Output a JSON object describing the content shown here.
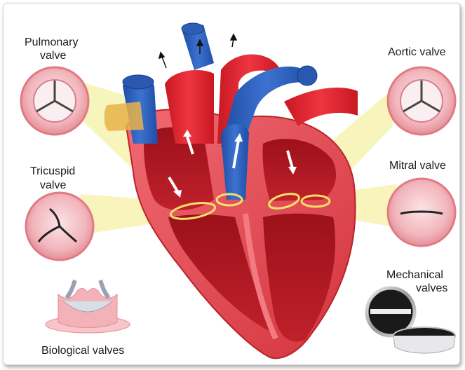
{
  "labels": {
    "pulmonary_line1": "Pulmonary",
    "pulmonary_line2": "valve",
    "aortic": "Aortic valve",
    "tricuspid_line1": "Tricuspid",
    "tricuspid_line2": "valve",
    "mitral": "Mitral valve",
    "mechanical_line1": "Mechanical",
    "mechanical_line2": "valves",
    "biological": "Biological valves"
  },
  "colors": {
    "artery_red": "#e0242f",
    "vein_blue": "#2e5fb8",
    "valve_pink": "#f4b8bd",
    "highlight_yellow": "#f6f1a6",
    "muscle_dark": "#a8141d"
  }
}
